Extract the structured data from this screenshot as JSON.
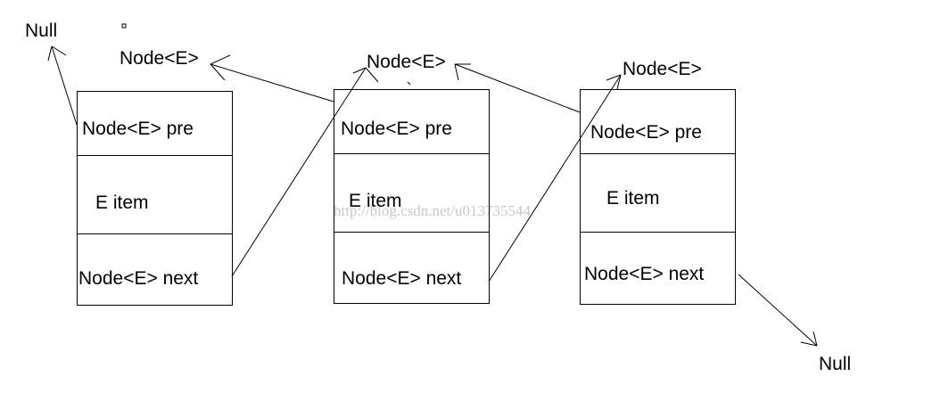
{
  "null_top": "Null",
  "null_bottom": "Null",
  "header_label": "Node<E>",
  "nodes": [
    {
      "pre": "Node<E> pre",
      "item": "E item",
      "next": "Node<E> next"
    },
    {
      "pre": "Node<E> pre",
      "item": "E item",
      "next": "Node<E> next"
    },
    {
      "pre": "Node<E> pre",
      "item": "E item",
      "next": "Node<E> next"
    }
  ],
  "watermark": "http://blog.csdn.net/u013735544"
}
